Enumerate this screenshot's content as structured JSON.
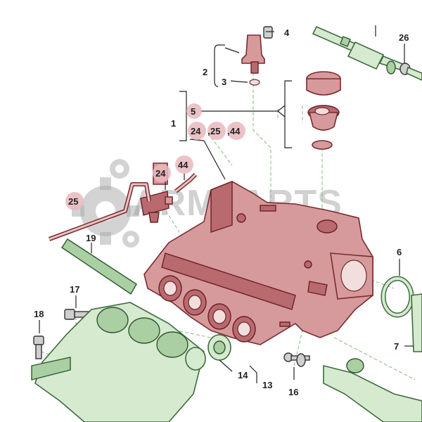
{
  "watermark": {
    "text": "ARMPARTS"
  },
  "callouts": {
    "c1": "1",
    "c2": "2",
    "c3": "3",
    "c4": "4",
    "c5": "5",
    "c6": "6",
    "c7": "7",
    "c13": "13",
    "c14": "14",
    "c16": "16",
    "c17": "17",
    "c18": "18",
    "c19": "19",
    "c26": "26",
    "b24a": "24",
    "b25a": "25",
    "b44a": "44",
    "b24b": "24",
    "b44b": "44",
    "b25b": "25",
    "comma1": ",",
    "comma2": ","
  },
  "colors": {
    "highlight": "#e8b9bd",
    "manifold_red": "#d79a9c",
    "green_parts": "#d6ead0",
    "guide_lines": "#8bc28b"
  }
}
